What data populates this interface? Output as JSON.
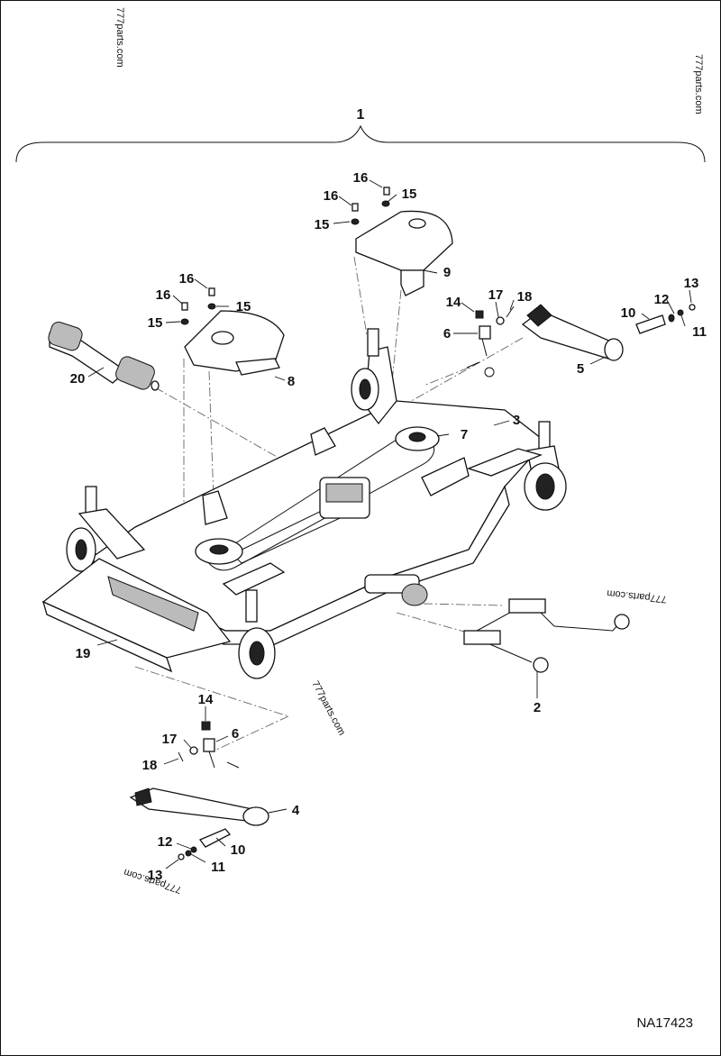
{
  "drawing_code": "NA17423",
  "watermark": "777parts.com",
  "callouts": {
    "assembly": "1",
    "linkage": "2",
    "deck": "3",
    "arm_lower": "4",
    "arm_upper": "5",
    "pin_upper": "6",
    "pin_lower": "6",
    "idler_pulley": "7",
    "belt_shield_left": "8",
    "belt_shield_right": "9",
    "shaft_upper": "10",
    "shaft_lower": "10",
    "ring_upper": "11",
    "ring_lower": "11",
    "washer_upper": "12",
    "washer_lower": "12",
    "clip_upper": "13",
    "clip_lower": "13",
    "nut_upper": "14",
    "nut_lower": "14",
    "washer15_a": "15",
    "washer15_b": "15",
    "washer15_c": "15",
    "washer15_d": "15",
    "bolt16_a": "16",
    "bolt16_b": "16",
    "bolt16_c": "16",
    "bolt16_d": "16",
    "lockwasher_upper": "17",
    "lockwasher_lower": "17",
    "cotter_upper": "18",
    "cotter_lower": "18",
    "front_guard": "19",
    "drive_shaft": "20"
  }
}
